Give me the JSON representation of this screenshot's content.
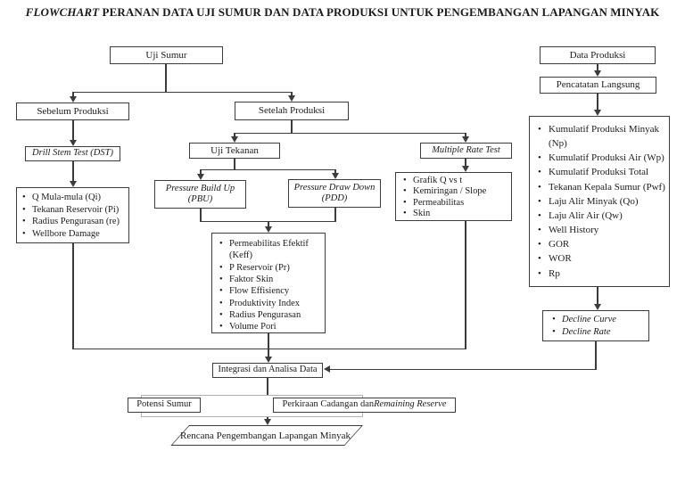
{
  "title": {
    "flowchart": "FLOWCHART",
    "rest": " PERANAN DATA UJI SUMUR DAN DATA PRODUKSI UNTUK PENGEMBANGAN LAPANGAN MINYAK"
  },
  "nodes": {
    "uji_sumur": "Uji Sumur",
    "data_produksi": "Data Produksi",
    "pencatatan_langsung": "Pencatatan Langsung",
    "sebelum_produksi": "Sebelum Produksi",
    "setelah_produksi": "Setelah Produksi",
    "drill_stem_test": "Drill Stem Test (DST)",
    "uji_tekanan": "Uji Tekanan",
    "multiple_rate_test": "Multiple Rate Test",
    "pbu_line1": "Pressure Build Up",
    "pbu_line2": "(PBU)",
    "pdd_line1": "Pressure Draw Down",
    "pdd_line2": "(PDD)",
    "integrasi": "Integrasi dan Analisa Data",
    "potensi_sumur": "Potensi Sumur",
    "perkiraan_regular": "Perkiraan Cadangan dan ",
    "perkiraan_italic": "Remaining Reserve",
    "rencana": "Rencana Pengembangan Lapangan Minyak"
  },
  "lists": {
    "dst_results": [
      "Q Mula-mula (Qi)",
      "Tekanan Reservoir (Pi)",
      "Radius Pengurasan (re)",
      "Wellbore Damage"
    ],
    "uji_tekanan_results": [
      "Permeabilitas Efektif (Keff)",
      "P Reservoir (Pr)",
      "Faktor Skin",
      "Flow Effisiency",
      "Produktivity Index",
      "Radius Pengurasan",
      "Volume Pori"
    ],
    "mrt_results": [
      "Grafik Q vs t",
      "Kemiringan / Slope",
      "Permeabilitas",
      "Skin"
    ],
    "produksi_results": [
      "Kumulatif Produksi Minyak (Np)",
      "Kumulatif Produksi Air (Wp)",
      "Kumulatif Produksi Total",
      "Tekanan Kepala Sumur (Pwf)",
      "Laju Alir Minyak (Qo)",
      "Laju Alir Air (Qw)",
      "Well History",
      "GOR",
      "WOR",
      "Rp"
    ],
    "decline_results": [
      "Decline Curve",
      "Decline Rate"
    ]
  },
  "colors": {
    "line": "#3c3c3c",
    "box_border": "#3c3c3c",
    "bracket": "#b2b2b2",
    "text": "#1b1b1b",
    "background": "#ffffff"
  }
}
